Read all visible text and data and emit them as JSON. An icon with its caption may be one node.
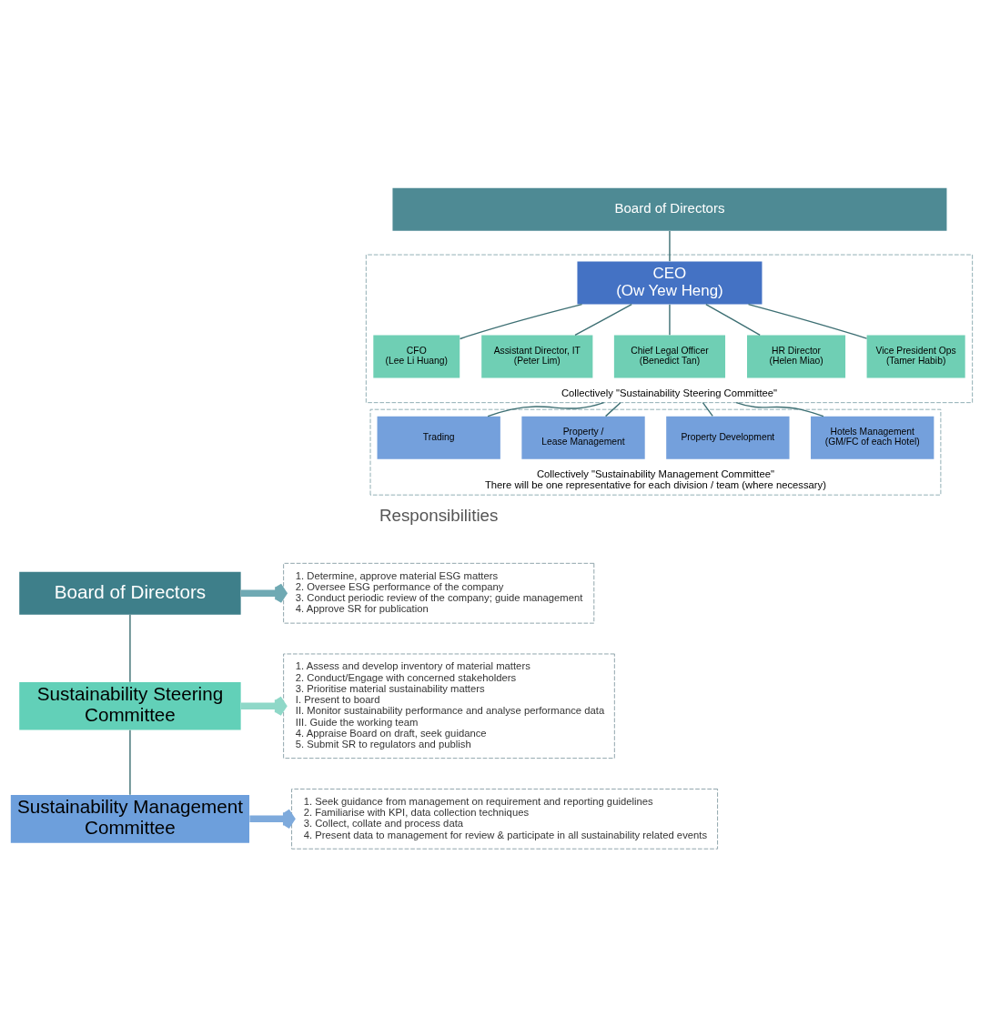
{
  "diagram": {
    "nodes": [
      {
        "text": [
          "Board of Directors"
        ]
      },
      {
        "text": [
          "Collectively \"Sustainability Steering Committee\""
        ]
      },
      {
        "text": [
          "CEO (Ow Yew Heng)"
        ],
        "in": 1
      },
      {
        "text": [
          "CFO (Lee Li Huang)"
        ],
        "in": 1
      },
      {
        "text": [
          "Assistant Director, IT (Peter Lim)"
        ],
        "in": 1
      },
      {
        "text": [
          "Chief Legal Officer (Benedict Tan)"
        ],
        "in": 1
      },
      {
        "text": [
          "HR Director (Helen Miao)"
        ],
        "in": 1
      },
      {
        "text": [
          "Vice President Ops (Tamer Habib)"
        ],
        "in": 1
      },
      {
        "text": [
          "Collectively \"Sustainability Management Committee\"",
          "There will be one representative for each division / team (where necessary)"
        ]
      },
      {
        "text": [
          "Hotels Management (GM/FC of each Hotel)"
        ],
        "in": 8
      },
      {
        "text": [
          "Property Development"
        ],
        "in": 8
      },
      {
        "text": [
          "Property / Lease Management"
        ],
        "in": 8
      },
      {
        "text": [
          "Trading"
        ],
        "in": 8
      },
      {
        "text": [
          "Board of Directors"
        ]
      },
      {
        "text": [
          "Sustainability Steering Committee"
        ]
      },
      {
        "text": [
          "Sustainability Management Committee"
        ]
      },
      {
        "text": [
          "1. Determine, approve material ESG matters",
          "2. Oversee ESG performance of the company",
          "3. Conduct periodic review of the company; guide management",
          "4. Approve SR for publication"
        ]
      },
      {
        "text": [
          "1. Assess and develop inventory of material matters",
          "2. Conduct/Engage with concerned stakeholders",
          "3. Prioritise material sustainability matters",
          "I. Present to board",
          "II. Monitor sustainability performance and analyse performance data",
          "III. Guide the working team",
          "4. Appraise Board on draft, seek guidance",
          "5. Submit SR to regulators and publish"
        ]
      },
      {
        "text": [
          "1. Seek guidance from management on requirement and reporting guidelines",
          "2. Familiarise with KPI, data collection techniques",
          "3. Collect, collate and process data",
          "4. Present data to management for review & participate in all sustainability related events"
        ]
      }
    ],
    "edges": [
      {
        "from": 0,
        "to": 2,
        "arrow": "none"
      },
      {
        "from": 2,
        "to": 3,
        "arrow": "none"
      },
      {
        "from": 2,
        "to": 4,
        "arrow": "none"
      },
      {
        "from": 2,
        "to": 5,
        "arrow": "none"
      },
      {
        "from": 2,
        "to": 6,
        "arrow": "none"
      },
      {
        "from": 2,
        "to": 7,
        "arrow": "none"
      },
      {
        "from": 1,
        "to": 9,
        "arrow": "none"
      },
      {
        "from": 1,
        "to": 10,
        "arrow": "none"
      },
      {
        "from": 1,
        "to": 11,
        "arrow": "none"
      },
      {
        "from": 1,
        "to": 12,
        "arrow": "none"
      },
      {
        "from": 13,
        "to": 14,
        "arrow": "none"
      },
      {
        "from": 14,
        "to": 15,
        "arrow": "none"
      },
      {
        "from": 13,
        "to": 16,
        "arrow": "to",
        "style": "thick",
        "color": "#6fa9b3"
      },
      {
        "from": 14,
        "to": 17,
        "arrow": "to",
        "style": "thick",
        "color": "#8fd8c8"
      },
      {
        "from": 15,
        "to": 18,
        "arrow": "to",
        "style": "thick",
        "color": "#7eaadc"
      }
    ],
    "labels": [
      "Responsibilities"
    ]
  }
}
